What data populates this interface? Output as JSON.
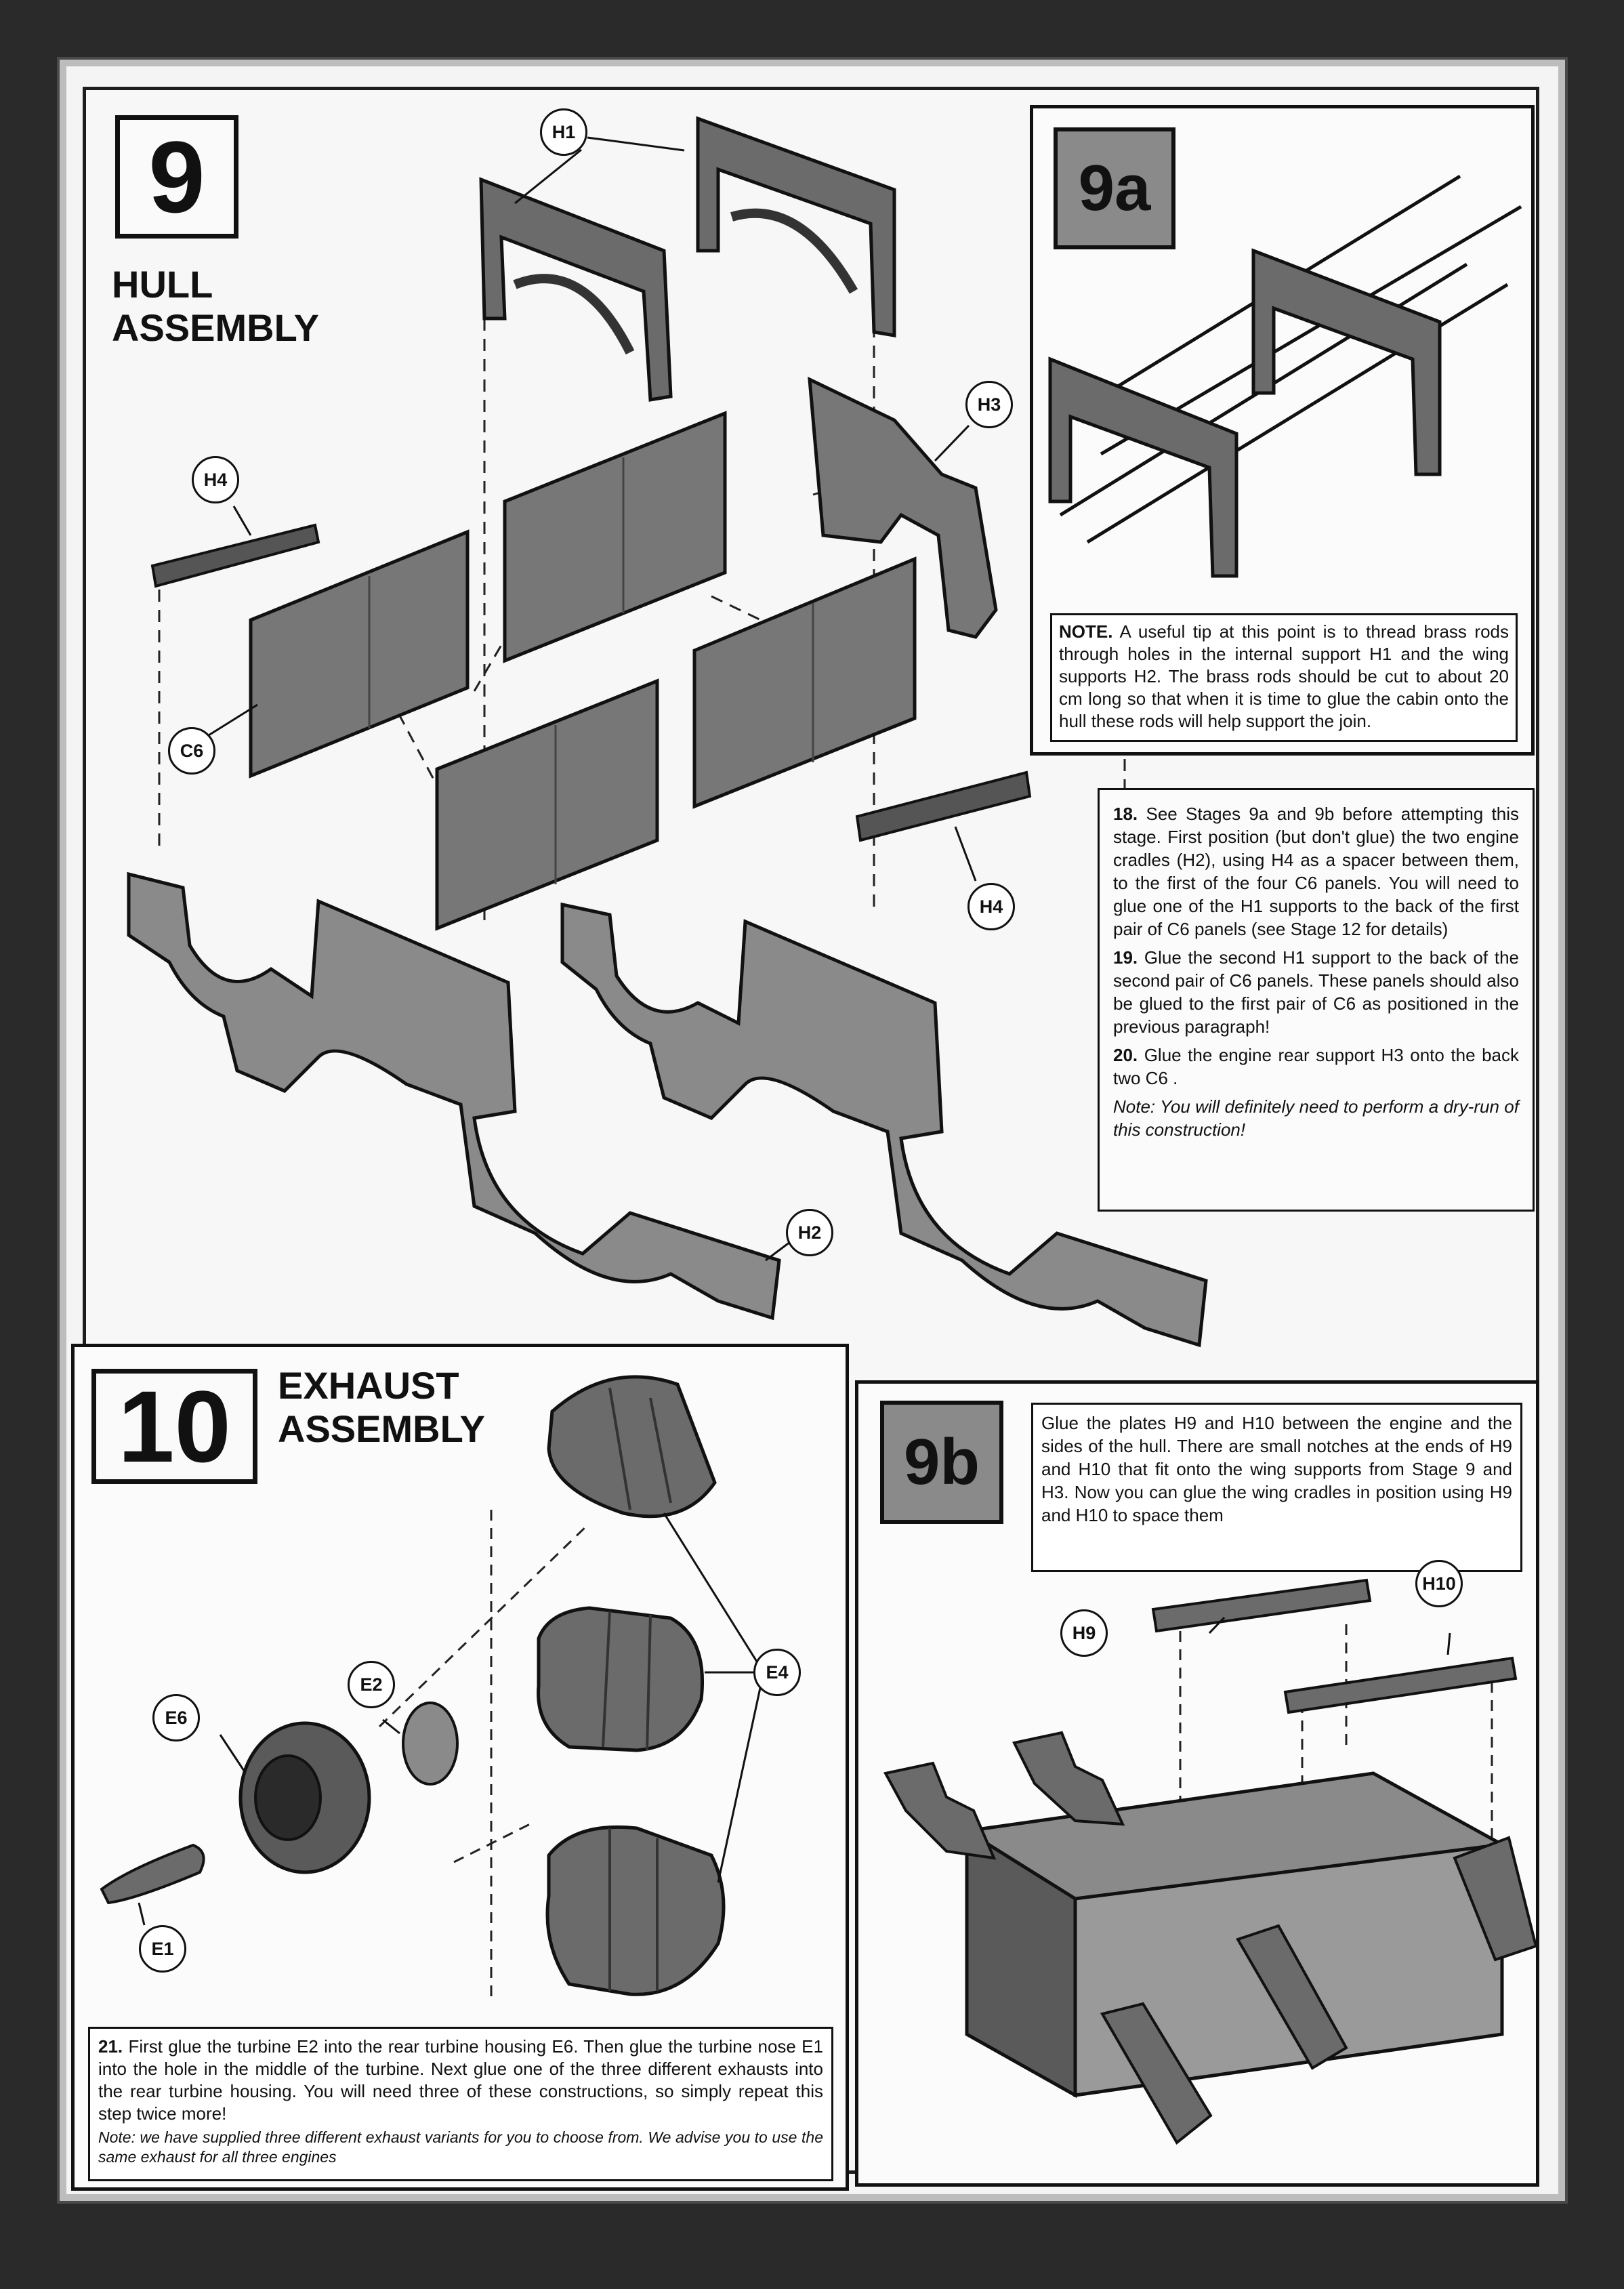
{
  "stage9": {
    "number": "9",
    "title_line1": "HULL",
    "title_line2": "ASSEMBLY",
    "labels": {
      "h1": "H1",
      "h3": "H3",
      "h4a": "H4",
      "h4b": "H4",
      "c6": "C6",
      "h2": "H2"
    }
  },
  "stage9a": {
    "number": "9a",
    "note_bold": "NOTE.",
    "note_text": " A useful tip at this point is to thread brass rods through holes in the internal support H1 and the wing supports H2. The brass rods should be cut to about 20 cm long so that when it is time to glue the cabin onto the hull these rods will help support the join."
  },
  "instructions18to20": {
    "n18": "18.",
    "t18": " See Stages 9a and 9b before attempting this stage. First position (but don't glue) the two engine cradles (H2), using H4 as a spacer between them, to the first of the four C6 panels. You will need to glue one of the H1 supports to the back of the first pair of C6 panels (see Stage 12 for details)",
    "n19": "19.",
    "t19": " Glue the second H1 support to the back of the second pair of C6 panels. These panels should also be glued to the first pair of C6 as positioned in the previous paragraph!",
    "n20": "20.",
    "t20": "  Glue the engine rear support H3 onto the back two C6 .",
    "note": "Note: You will definitely need to perform a dry-run of this construction!"
  },
  "stage10": {
    "number": "10",
    "title_line1": "EXHAUST",
    "title_line2": "ASSEMBLY",
    "labels": {
      "e1": "E1",
      "e2": "E2",
      "e4": "E4",
      "e6": "E6"
    },
    "n21": "21.",
    "t21": " First glue the turbine E2 into the rear turbine housing E6. Then glue the turbine nose E1 into the hole in the middle of the turbine. Next glue one of the three different exhausts into the rear turbine housing. You will need three of these constructions, so simply repeat this step twice more!",
    "note": "Note: we have supplied three different exhaust variants for you to choose from. We advise you to use the same exhaust for all three engines"
  },
  "stage9b": {
    "number": "9b",
    "text": "Glue the plates H9 and H10 between the engine and the sides of the hull. There are small notches at the ends of H9 and H10 that fit onto the wing supports from Stage 9 and H3. Now you can glue the wing cradles in position using H9 and H10 to space them",
    "labels": {
      "h9": "H9",
      "h10": "H10"
    }
  },
  "colors": {
    "ink": "#111111",
    "paper": "#f7f7f7",
    "panel_gray": "#8a8a8a",
    "part_gray": "#6b6b6b"
  }
}
